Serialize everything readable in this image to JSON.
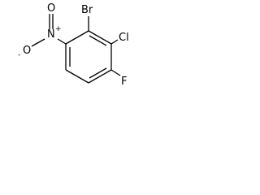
{
  "molecule": {
    "atoms": {
      "bromine": "Br",
      "chlorine": "Cl",
      "fluorine": "F",
      "nitro_oxygen_top": "O",
      "nitro_oxygen_left": "O",
      "nitro_nitrogen": "N",
      "nitrogen_charge": "+",
      "oxygen_charge": "-"
    },
    "colors": {
      "bond": "#000000",
      "label": "#000000",
      "background": "#ffffff"
    }
  }
}
